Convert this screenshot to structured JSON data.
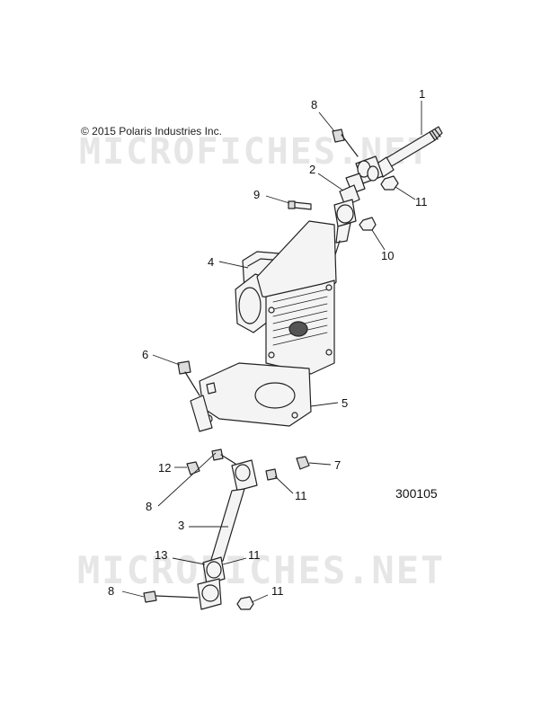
{
  "copyright": "© 2015 Polaris Industries Inc.",
  "document_number": "300105",
  "watermark": [
    "MICROFICHES.NET",
    "MICROFICHES.NET"
  ],
  "callouts": [
    {
      "id": "c1",
      "label": "1"
    },
    {
      "id": "c8a",
      "label": "8"
    },
    {
      "id": "c2",
      "label": "2"
    },
    {
      "id": "c11a",
      "label": "11"
    },
    {
      "id": "c9",
      "label": "9"
    },
    {
      "id": "c10",
      "label": "10"
    },
    {
      "id": "c4",
      "label": "4"
    },
    {
      "id": "c6",
      "label": "6"
    },
    {
      "id": "c5",
      "label": "5"
    },
    {
      "id": "c12",
      "label": "12"
    },
    {
      "id": "c7",
      "label": "7"
    },
    {
      "id": "c8b",
      "label": "8"
    },
    {
      "id": "c11b",
      "label": "11"
    },
    {
      "id": "c3",
      "label": "3"
    },
    {
      "id": "c13",
      "label": "13"
    },
    {
      "id": "c11c",
      "label": "11"
    },
    {
      "id": "c8c",
      "label": "8"
    },
    {
      "id": "c11d",
      "label": "11"
    }
  ],
  "colors": {
    "line": "#222222",
    "fill": "#f4f4f4",
    "watermark": "#e6e6e6"
  }
}
